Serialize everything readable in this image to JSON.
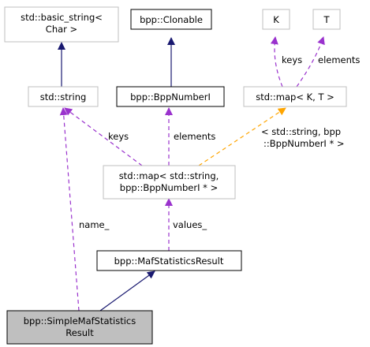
{
  "colors": {
    "node_border_gray": "#bfbfbf",
    "node_border_black": "#000000",
    "node_fill": "#ffffff",
    "node_fill_highlight": "#bfbfbf",
    "edge_inherit": "#191970",
    "edge_usage": "#9a32cd",
    "edge_template": "#ffa500"
  },
  "nodes": {
    "basic_string": {
      "line1": "std::basic_string<",
      "line2": "Char >"
    },
    "clonable": {
      "text": "bpp::Clonable"
    },
    "k": {
      "text": "K"
    },
    "t": {
      "text": "T"
    },
    "string": {
      "text": "std::string"
    },
    "bppnumber": {
      "text": "bpp::BppNumberI"
    },
    "map_kt": {
      "text": "std::map< K, T >"
    },
    "map_inst": {
      "line1": "std::map< std::string,",
      "line2": "bpp::BppNumberI * >"
    },
    "mafresult": {
      "text": "bpp::MafStatisticsResult"
    },
    "simple": {
      "line1": "bpp::SimpleMafStatistics",
      "line2": "Result"
    }
  },
  "edges": {
    "keys_k": "keys",
    "elements_t": "elements",
    "keys_string": "keys",
    "elements_bpp": "elements",
    "template_args_1": "< std::string, bpp",
    "template_args_2": "::BppNumberI * >",
    "values": "values_",
    "name": "name_"
  }
}
